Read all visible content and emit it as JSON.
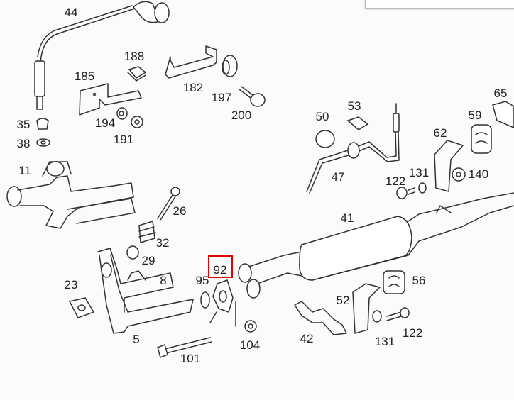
{
  "highlight_color": "#e00000",
  "highlighted_part": "92",
  "labels": {
    "p44": "44",
    "p188": "188",
    "p185": "185",
    "p182": "182",
    "p197": "197",
    "p200": "200",
    "p194": "194",
    "p191": "191",
    "p35": "35",
    "p38": "38",
    "p11": "11",
    "p26": "26",
    "p32": "32",
    "p29": "29",
    "p23": "23",
    "p8": "8",
    "p5": "5",
    "p95": "95",
    "p92": "92",
    "p101": "101",
    "p104": "104",
    "p42": "42",
    "p52": "52",
    "p131b": "131",
    "p122b": "122",
    "p56": "56",
    "p41": "41",
    "p47": "47",
    "p50": "50",
    "p53": "53",
    "p122a": "122",
    "p131a": "131",
    "p62": "62",
    "p140": "140",
    "p59": "59",
    "p65": "65"
  }
}
